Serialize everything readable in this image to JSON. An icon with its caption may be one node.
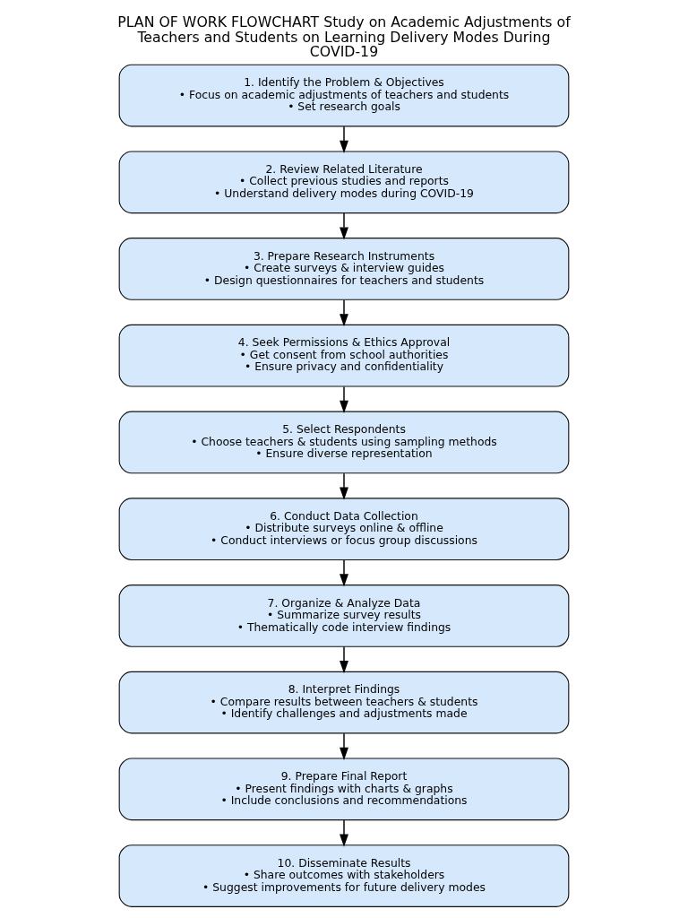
{
  "diagram": {
    "title": "PLAN OF WORK FLOWCHART Study on Academic Adjustments of Teachers and Students on Learning Delivery Modes During COVID-19",
    "nodes": [
      {
        "text": [
          "1. Identify the Problem & Objectives",
          "• Focus on academic adjustments of teachers and students",
          "• Set research goals"
        ]
      },
      {
        "text": [
          "2. Review Related Literature",
          "• Collect previous studies and reports",
          "• Understand delivery modes during COVID-19"
        ]
      },
      {
        "text": [
          "3. Prepare Research Instruments",
          "• Create surveys & interview guides",
          "• Design questionnaires for teachers and students"
        ]
      },
      {
        "text": [
          "4. Seek Permissions & Ethics Approval",
          "• Get consent from school authorities",
          "• Ensure privacy and confidentiality"
        ]
      },
      {
        "text": [
          "5. Select Respondents",
          "• Choose teachers & students using sampling methods",
          "• Ensure diverse representation"
        ]
      },
      {
        "text": [
          "6. Conduct Data Collection",
          "• Distribute surveys online & offline",
          "• Conduct interviews or focus group discussions"
        ]
      },
      {
        "text": [
          "7. Organize & Analyze Data",
          "• Summarize survey results",
          "• Thematically code interview findings"
        ]
      },
      {
        "text": [
          "8. Interpret Findings",
          "• Compare results between teachers & students",
          "• Identify challenges and adjustments made"
        ]
      },
      {
        "text": [
          "9. Prepare Final Report",
          "• Present findings with charts & graphs",
          "• Include conclusions and recommendations"
        ]
      },
      {
        "text": [
          "10. Disseminate Results",
          "• Share outcomes with stakeholders",
          "• Suggest improvements for future delivery modes"
        ]
      }
    ],
    "edges": [
      {
        "from": 0,
        "to": 1,
        "arrow": "to"
      },
      {
        "from": 1,
        "to": 2,
        "arrow": "to"
      },
      {
        "from": 2,
        "to": 3,
        "arrow": "to"
      },
      {
        "from": 3,
        "to": 4,
        "arrow": "to"
      },
      {
        "from": 4,
        "to": 5,
        "arrow": "to"
      },
      {
        "from": 5,
        "to": 6,
        "arrow": "to"
      },
      {
        "from": 6,
        "to": 7,
        "arrow": "to"
      },
      {
        "from": 7,
        "to": 8,
        "arrow": "to"
      },
      {
        "from": 8,
        "to": 9,
        "arrow": "to"
      }
    ]
  }
}
